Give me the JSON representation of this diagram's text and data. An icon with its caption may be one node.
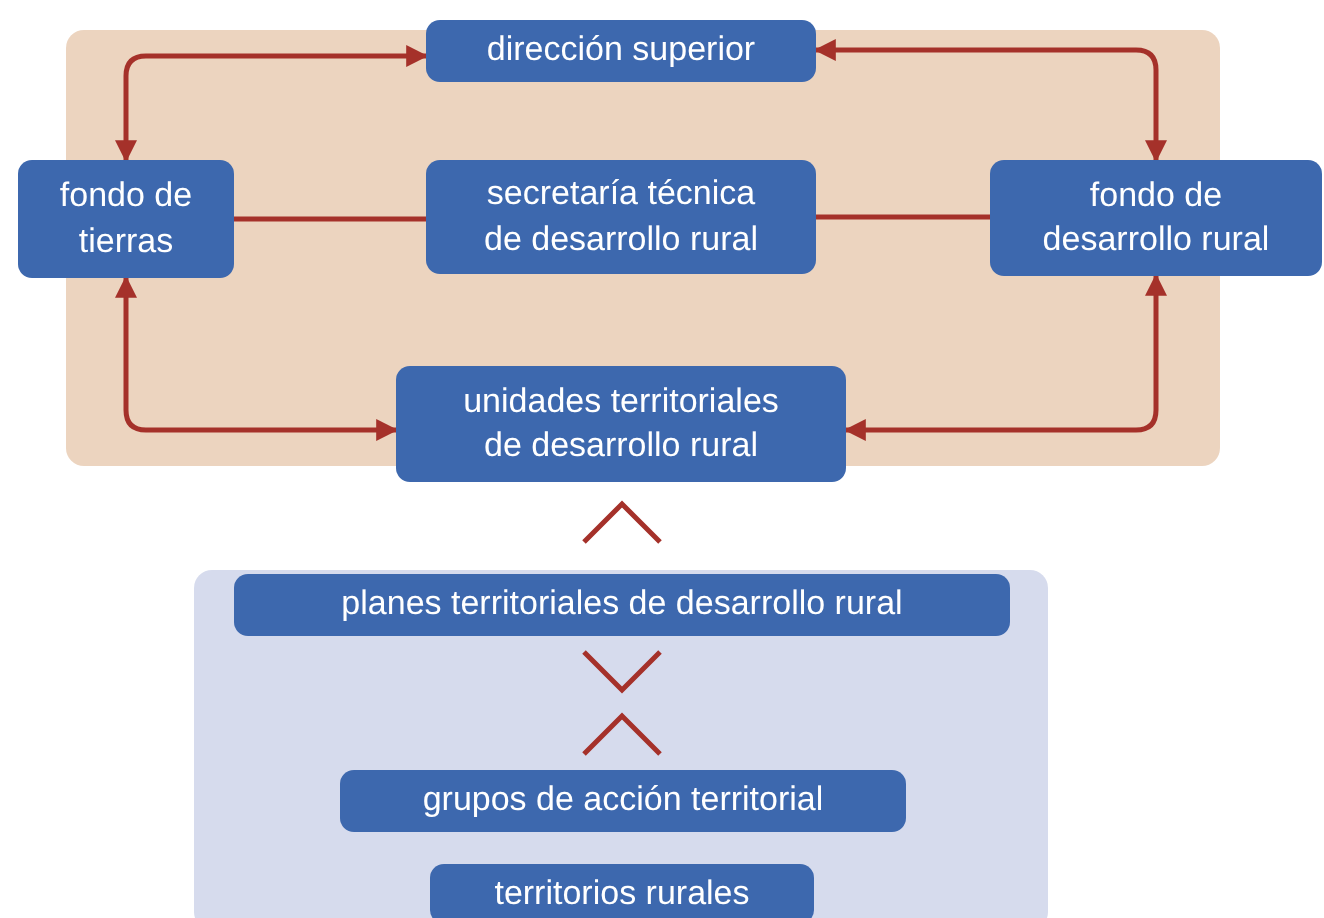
{
  "diagram": {
    "nodes": [
      {
        "text": [],
        "shape": "box"
      },
      {
        "text": [
          "dirección superior"
        ]
      },
      {
        "text": [
          "fondo de tierras"
        ]
      },
      {
        "text": [
          "secretaría técnica de desarrollo rural"
        ],
        "in": 0
      },
      {
        "text": [
          "fondo de desarrollo rural"
        ]
      },
      {
        "text": [
          "unidades territoriales de desarrollo rural"
        ]
      },
      {
        "text": [],
        "shape": "box"
      },
      {
        "text": [
          "planes territoriales de desarrollo rural"
        ],
        "in": 6
      },
      {
        "text": [
          "grupos de acción territorial"
        ],
        "in": 6
      },
      {
        "text": [
          "territorios rurales"
        ],
        "in": 6
      }
    ],
    "edges": [
      {
        "from": 2,
        "to": 1,
        "arrow": "both"
      },
      {
        "from": 1,
        "to": 4,
        "arrow": "both"
      },
      {
        "from": 2,
        "to": 5,
        "arrow": "both"
      },
      {
        "from": 4,
        "to": 5,
        "arrow": "both"
      },
      {
        "from": 2,
        "to": 3,
        "arrow": "none"
      },
      {
        "from": 3,
        "to": 4,
        "arrow": "none"
      },
      {
        "from": 7,
        "to": 5,
        "arrow": "to"
      },
      {
        "from": 7,
        "to": 8,
        "arrow": "to"
      },
      {
        "from": 8,
        "to": 7,
        "arrow": "to"
      }
    ]
  }
}
